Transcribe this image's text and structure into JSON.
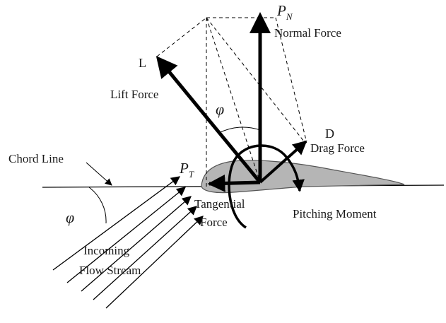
{
  "labels": {
    "pn_main": "P",
    "pn_sub": "N",
    "normal_force": "Normal Force",
    "l": "L",
    "lift_force": "Lift Force",
    "phi_top": "φ",
    "d": "D",
    "drag_force": "Drag Force",
    "chord_line": "Chord Line",
    "pt_main": "P",
    "pt_sub": "T",
    "tangential_line1": "Tangential",
    "tangential_line2": "Force",
    "pitching_moment": "Pitching Moment",
    "phi_bottom": "φ",
    "incoming_line1": "Incoming",
    "incoming_line2": "Flow Stream"
  },
  "colors": {
    "ink": "#000000",
    "airfoil_fill": "#b5b5b5",
    "airfoil_stroke": "#555555"
  }
}
